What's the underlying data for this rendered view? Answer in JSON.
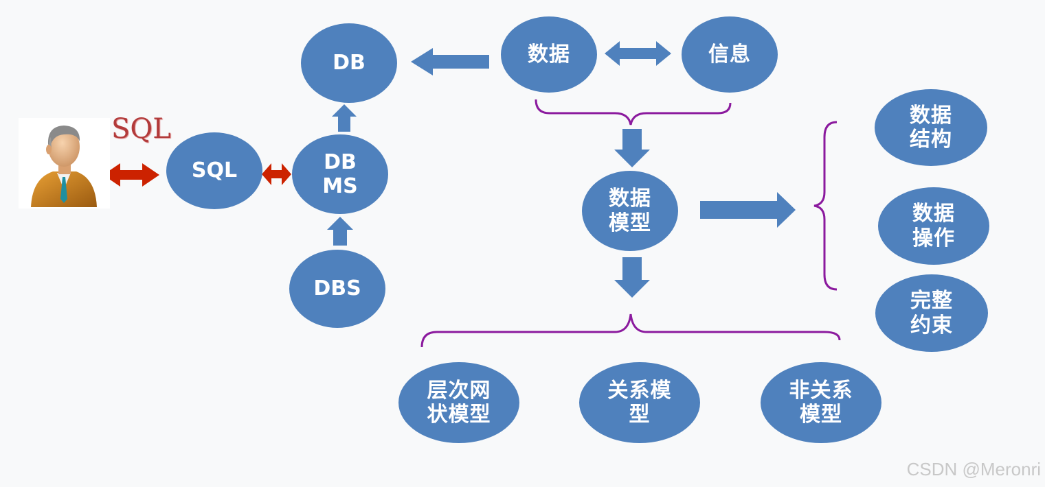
{
  "sql_caption": "SQL",
  "watermark": "CSDN @Meronri",
  "colors": {
    "node_fill": "#4f81bd",
    "arrow_blue": "#4f81bd",
    "arrow_red": "#cc2200",
    "brace_purple": "#8b1a9e",
    "background": "#f8f9fa"
  },
  "nodes": {
    "db": {
      "lines": [
        "DB"
      ]
    },
    "data": {
      "lines": [
        "数据"
      ]
    },
    "info": {
      "lines": [
        "信息"
      ]
    },
    "sql": {
      "lines": [
        "SQL"
      ]
    },
    "dbms": {
      "lines": [
        "DB",
        "MS"
      ]
    },
    "dbs": {
      "lines": [
        "DBS"
      ]
    },
    "data_model": {
      "lines": [
        "数据",
        "模型"
      ]
    },
    "data_structure": {
      "lines": [
        "数据",
        "结构"
      ]
    },
    "data_operation": {
      "lines": [
        "数据",
        "操作"
      ]
    },
    "integrity_constraint": {
      "lines": [
        "完整",
        "约束"
      ]
    },
    "hierarchical_network": {
      "lines": [
        "层次网",
        "状模型"
      ]
    },
    "relational": {
      "lines": [
        "关系模",
        "型"
      ]
    },
    "non_relational": {
      "lines": [
        "非关系",
        "模型"
      ]
    }
  },
  "user_icon": "businessman-user-icon"
}
